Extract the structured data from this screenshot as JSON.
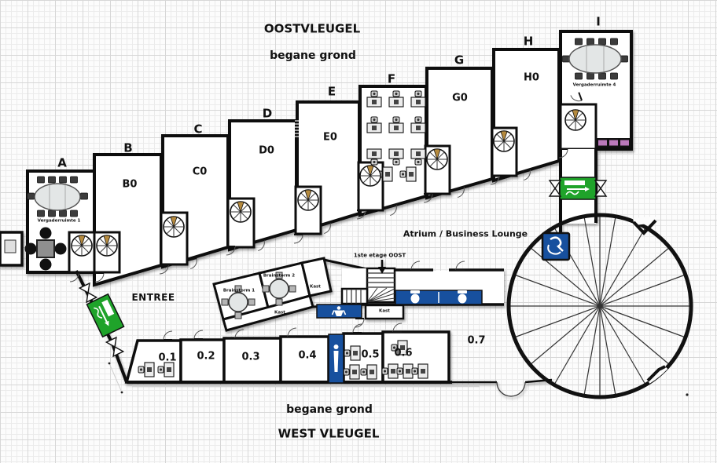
{
  "titles": {
    "east_wing": "OOSTVLEUGEL",
    "east_floor_label": "begane grond",
    "west_floor_label": "begane grond",
    "west_wing": "WEST VLEUGEL"
  },
  "labels": {
    "atrium": "Atrium / Business Lounge",
    "entrance": "ENTREE",
    "stairs_to": "1ste etage OOST",
    "closet": "Kast",
    "brainstorm1": "Brainstorm 1",
    "brainstorm2": "Brainstorm 2",
    "meeting_room_1": "Vergaderruimte 1",
    "meeting_room_4": "Vergaderruimte 4"
  },
  "east_rooms": {
    "letters": [
      "A",
      "B",
      "C",
      "D",
      "E",
      "F",
      "G",
      "H",
      "I"
    ],
    "codes": {
      "b": "B0",
      "c": "C0",
      "d": "D0",
      "e": "E0",
      "g": "G0",
      "h": "H0"
    }
  },
  "west_rooms": [
    "0.1",
    "0.2",
    "0.3",
    "0.4",
    "0.5",
    "0.6",
    "0.7"
  ],
  "colors": {
    "exit_green": "#1fa32a",
    "sign_blue": "#17509e",
    "bench_purple": "#bb79bb",
    "wall": "#111111"
  }
}
